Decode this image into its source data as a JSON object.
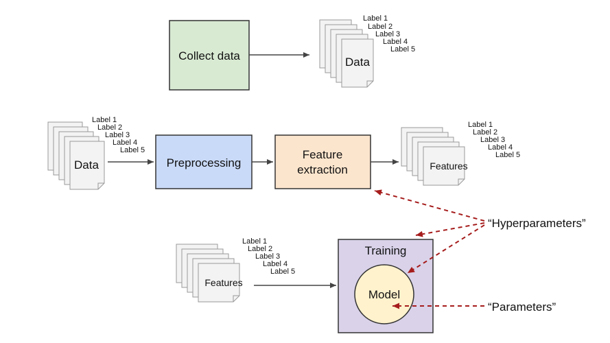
{
  "collect": {
    "label": "Collect data",
    "fill": "#d9ead3",
    "stroke": "#333333"
  },
  "top_docs": {
    "caption": "Data",
    "labels": [
      "Label 1",
      "Label 2",
      "Label 3",
      "Label 4",
      "Label 5"
    ]
  },
  "pipeline_docs": {
    "caption": "Data",
    "labels": [
      "Label 1",
      "Label 2",
      "Label 3",
      "Label 4",
      "Label 5"
    ]
  },
  "preprocessing": {
    "label": "Preprocessing",
    "fill": "#c9daf8",
    "stroke": "#333333"
  },
  "feature_extraction": {
    "line1": "Feature",
    "line2": "extraction",
    "fill": "#fce5cd",
    "stroke": "#333333"
  },
  "features_docs_right": {
    "caption": "Features",
    "labels": [
      "Label 1",
      "Label 2",
      "Label 3",
      "Label 4",
      "Label 5"
    ]
  },
  "features_docs_bottom": {
    "caption": "Features",
    "labels": [
      "Label 1",
      "Label 2",
      "Label 3",
      "Label 4",
      "Label 5"
    ]
  },
  "training": {
    "label": "Training",
    "fill": "#d9d2e9",
    "stroke": "#333333"
  },
  "model": {
    "label": "Model",
    "fill": "#fff2cc",
    "stroke": "#333333"
  },
  "annotations": {
    "hyperparameters": "“Hyperparameters”",
    "parameters": "“Parameters”"
  },
  "colors": {
    "doc_fill": "#f3f3f3",
    "doc_stroke": "#999999",
    "arrow": "#444444",
    "dashed_arrow": "#a61c1c"
  }
}
